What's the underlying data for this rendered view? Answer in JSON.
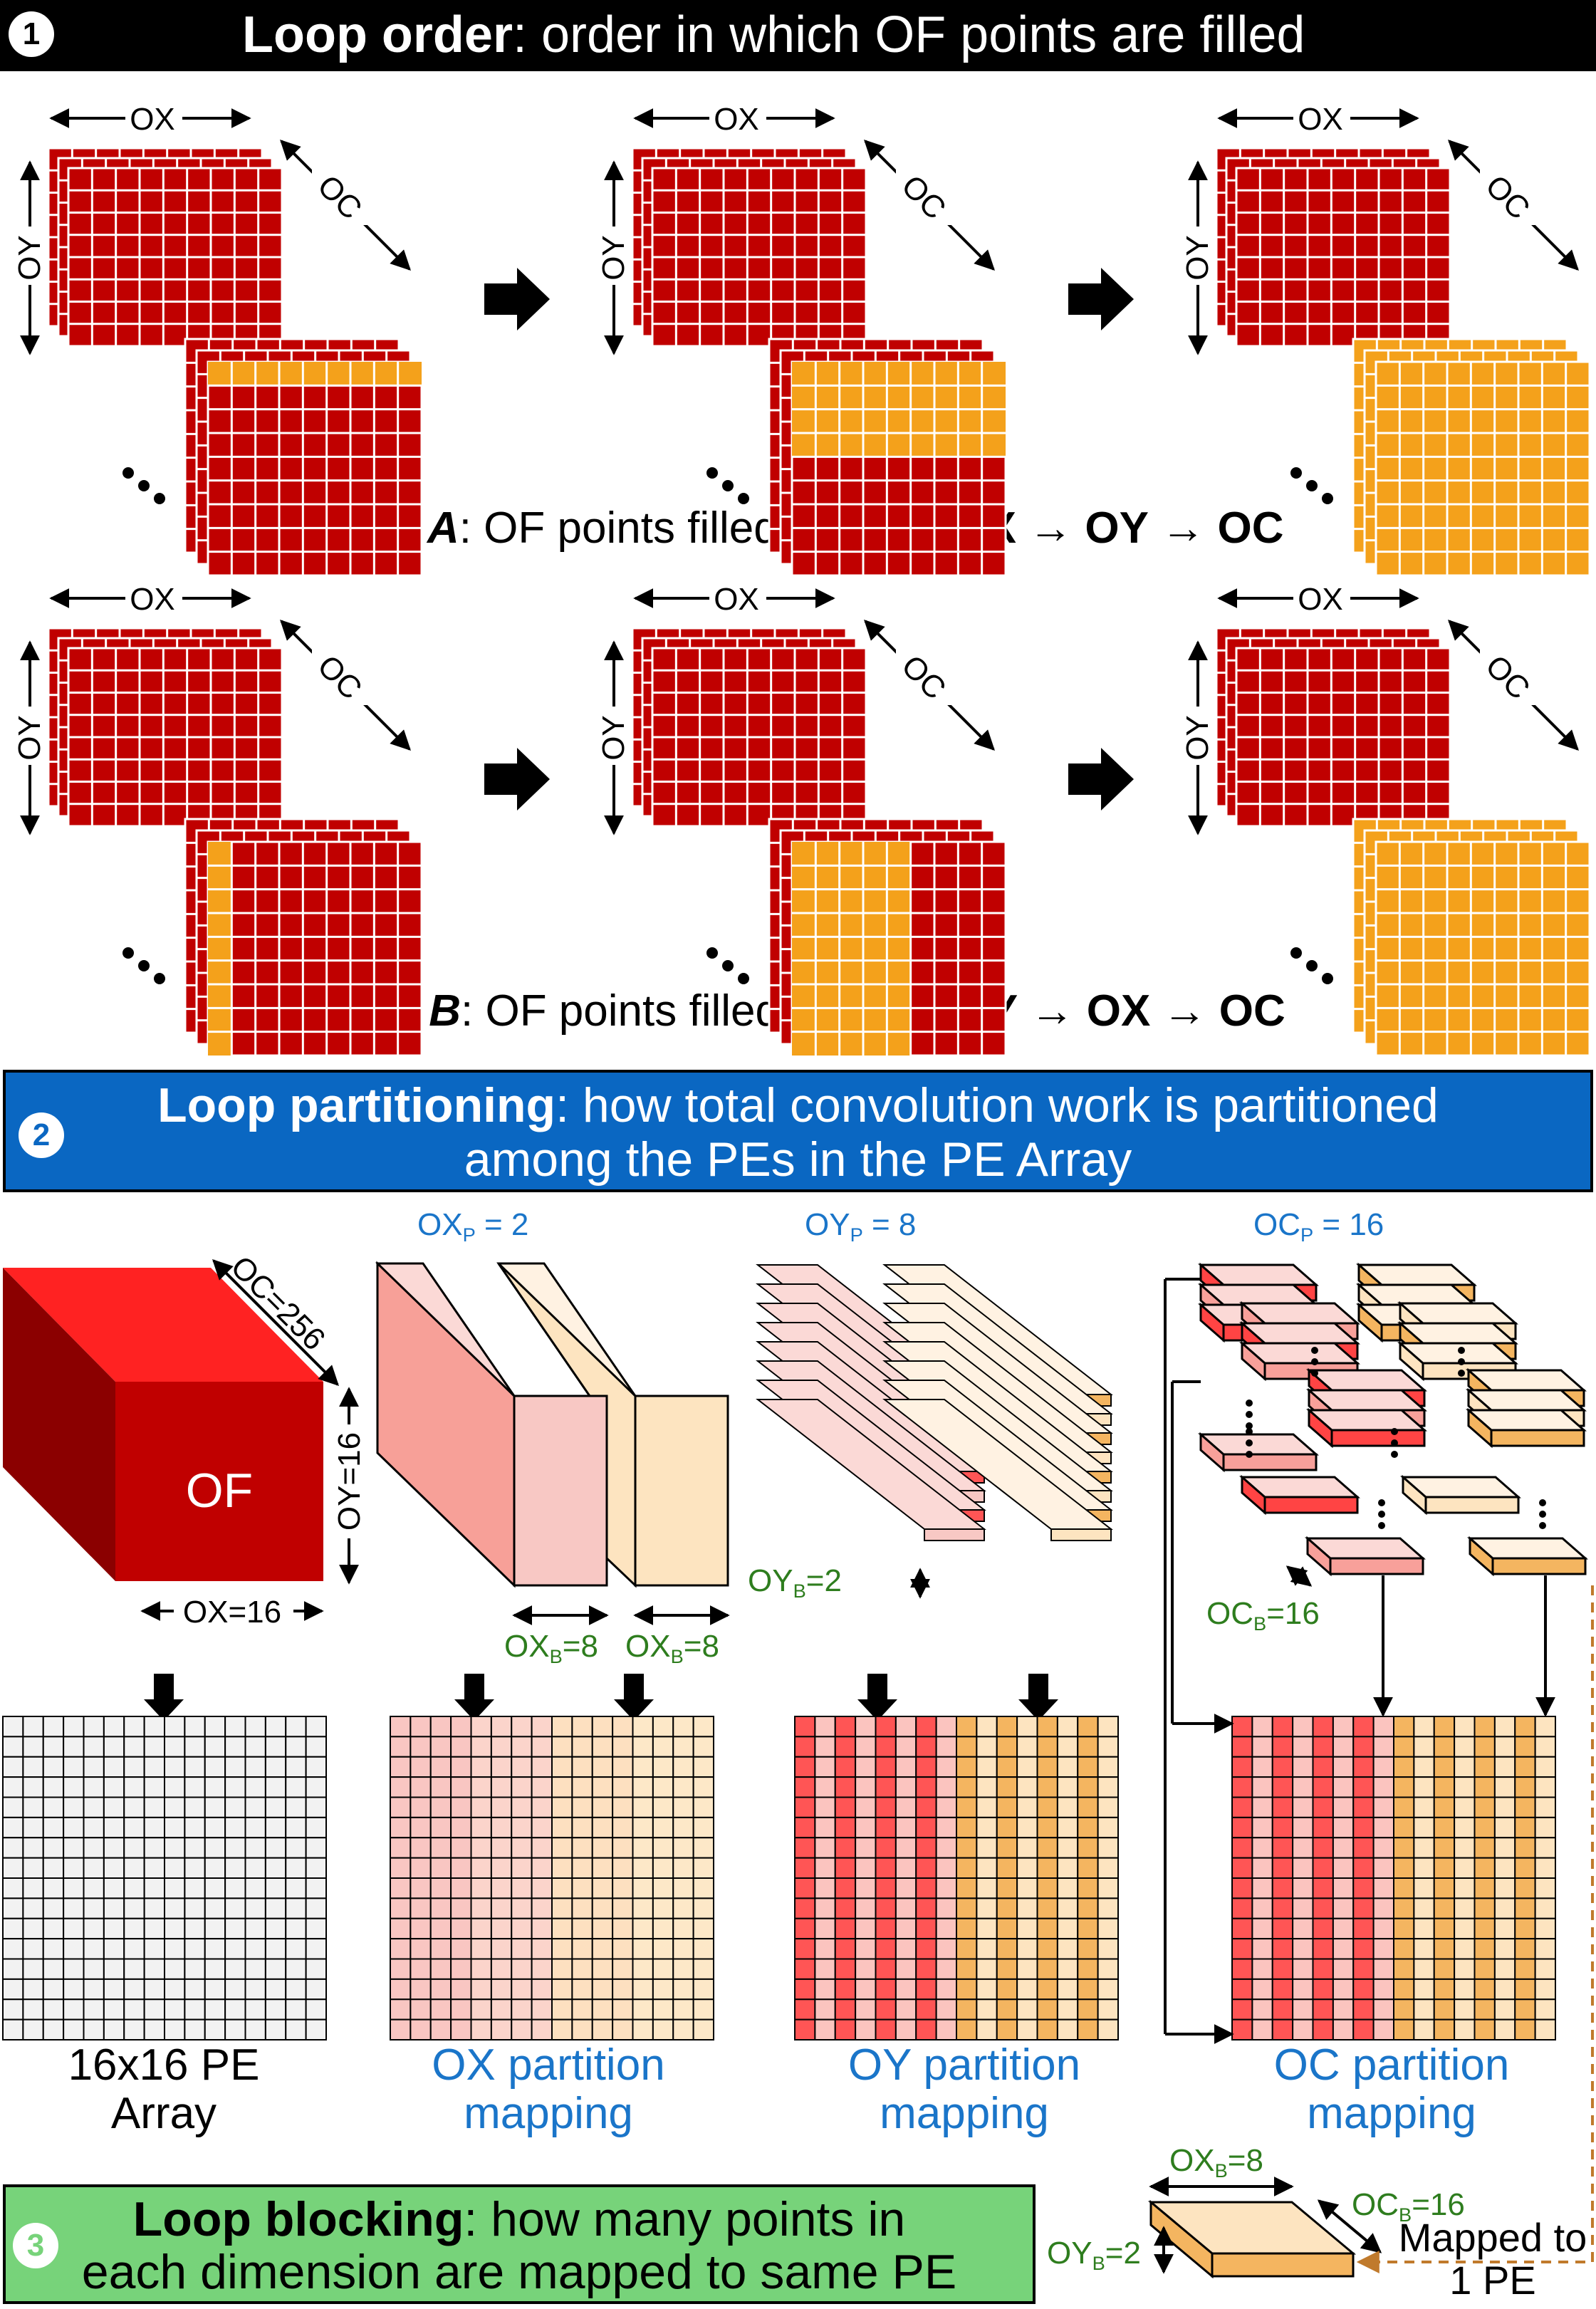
{
  "section1": {
    "number": "1",
    "title_bold": "Loop order",
    "title_rest": ": order in which OF points are filled",
    "example_a": {
      "name": "Example A",
      "text": ": OF points filled in order ",
      "o1": "OX",
      "o2": "OY",
      "o3": "OC"
    },
    "example_b": {
      "name": "Example B",
      "text": ": OF points filled in order ",
      "o1": "OY",
      "o2": "OX",
      "o3": "OC"
    },
    "dim_ox": "OX",
    "dim_oy": "OY",
    "dim_oc": "OC"
  },
  "section2": {
    "number": "2",
    "title_bold": "Loop partitioning",
    "title_rest": ": how total convolution work is partitioned",
    "title_line2": "among the PEs in the PE Array",
    "of_label": "OF",
    "oc_dim": "OC=256",
    "oy_dim": "OY=16",
    "ox_dim": "OX=16",
    "oxp_base": "OX",
    "oxp_val": " = 2",
    "oyp_base": "OY",
    "oyp_val": " = 8",
    "ocp_base": "OC",
    "ocp_val": " = 16",
    "sub_p": "P",
    "sub_b": "B",
    "oxb_base": "OX",
    "oxb_val": "=8",
    "oyb_base": "OY",
    "oyb_val": "=2",
    "ocb_base": "OC",
    "ocb_val": "=16",
    "pe_array_label": [
      "16x16 PE",
      "Array"
    ],
    "ox_partition_label": [
      "OX partition",
      "mapping"
    ],
    "oy_partition_label": [
      "OY partition",
      "mapping"
    ],
    "oc_partition_label": [
      "OC partition",
      "mapping"
    ]
  },
  "section3": {
    "number": "3",
    "title_bold": "Loop blocking",
    "title_rest": ": how many points in",
    "title_line2": "each dimension are mapped to same PE",
    "oxb_base": "OX",
    "oxb_val": "=8",
    "ocb_base": "OC",
    "ocb_val": "=16",
    "oyb_base": "OY",
    "oyb_val": "=2",
    "sub_b": "B",
    "mapped_label": [
      "Mapped to",
      "1 PE"
    ]
  },
  "colors": {
    "dark_red": "#c00000",
    "orange": "#f4a11b",
    "blue_banner": "#0a67c2",
    "green_banner": "#77d37a",
    "blue_text": "#1a75c9",
    "green_text": "#2e7d1e",
    "pink": "#f8c8c4",
    "cream": "#fde4c0",
    "bright_red": "#ff2222",
    "brown_dashed": "#c07a2c"
  }
}
